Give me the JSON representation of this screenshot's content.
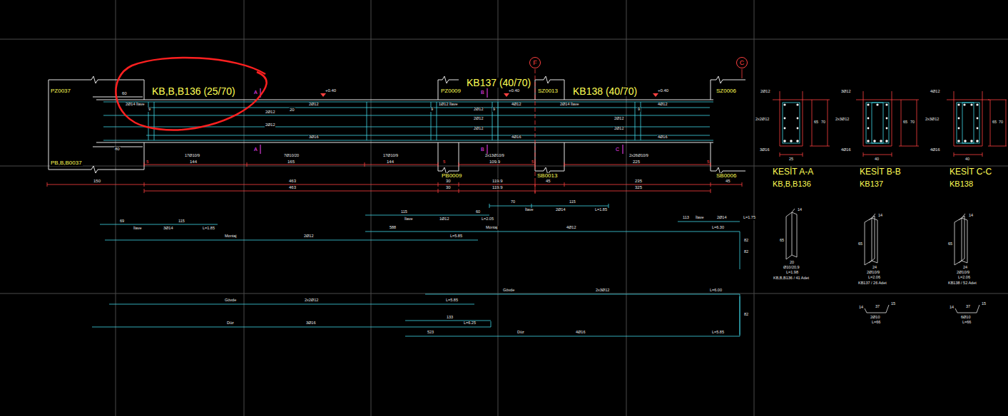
{
  "diagram": {
    "nodes": [
      {
        "text": [
          "F"
        ]
      },
      {
        "text": [
          "C"
        ]
      }
    ],
    "labels": [
      "PZ0037",
      "60",
      "KB,B,B136 (25/70)",
      "A",
      "+0.40",
      "PZ0009",
      "KB137 (40/70)",
      "B",
      "+0.40",
      "SZ0013",
      "KB138 (40/70)",
      "+0.40",
      "SZ0006",
      "2Ø14 İlave",
      "9",
      "2Ø12",
      "20",
      "2Ø12",
      "2Ø12",
      "3Ø16",
      "1Ø12 İlave",
      "9",
      "2Ø12",
      "9",
      "4Ø12",
      "2Ø14 İlave",
      "2Ø12",
      "9",
      "2Ø12",
      "4Ø16",
      "4Ø12",
      "2Ø12",
      "2Ø12",
      "4Ø16",
      "80",
      "A",
      "B",
      "C",
      "PB,B,B0037",
      "17Ø10/9",
      "144",
      "7Ø10/20",
      "165",
      "17Ø10/9",
      "144",
      "PB0009",
      "2x13Ø10/9",
      "109.9",
      "SB0013",
      "2x26Ø10/9",
      "225",
      "SB0006",
      "5",
      "5",
      "5",
      "5",
      "150",
      "463",
      "30",
      "119.9",
      "45",
      "235",
      "45",
      "463",
      "30",
      "119.9",
      "325",
      "70",
      "115",
      "İlave",
      "2Ø14",
      "L=1.85",
      "115",
      "60",
      "İlave",
      "1Ø12",
      "L=2.05",
      "113",
      "İlave",
      "2Ø14",
      "L=1.75",
      "69",
      "115",
      "İlave",
      "3Ø14",
      "L=1.85",
      "588",
      "Montaj",
      "4Ø12",
      "L=6.30",
      "82",
      "Montaj",
      "2Ø12",
      "L=5.85",
      "82",
      "Gövde",
      "2x3Ø12",
      "L=6.00",
      "Gövde",
      "2x2Ø12",
      "L=5.85",
      "82",
      "133",
      "Düz",
      "3Ø16",
      "L=6.25",
      "523",
      "Düz",
      "4Ø16",
      "L=5.85",
      "2Ø12",
      "2x2Ø12",
      "3Ø16",
      "25",
      "65",
      "70",
      "3Ø12",
      "2x3Ø12",
      "4Ø16",
      "40",
      "65",
      "70",
      "4Ø12",
      "2x3Ø12",
      "4Ø16",
      "40",
      "65",
      "70",
      "KESİT A-A",
      "KB,B,B136",
      "KESİT B-B",
      "KB137",
      "KESİT C-C",
      "KB138",
      "14",
      "65",
      "20",
      "Ø10/20,9",
      "L=1.98",
      "KB,B,B136 / 41 Adet",
      "14",
      "65",
      "24",
      "2Ø10/9",
      "L=2.06",
      "KB137 / 26 Adet",
      "14",
      "65",
      "24",
      "2Ø10/9",
      "L=2.06",
      "KB138 / 52 Adet",
      "14",
      "37",
      "15",
      "2Ø10",
      "L=66",
      "14",
      "37",
      "15",
      "6Ø10",
      "L=66"
    ]
  }
}
